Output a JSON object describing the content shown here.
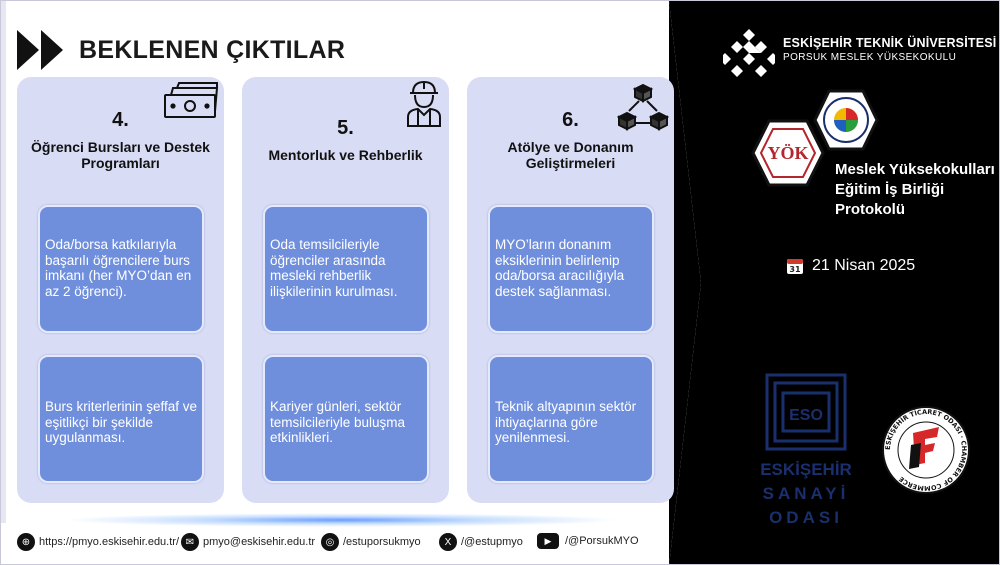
{
  "title": "BEKLENEN ÇIKTILAR",
  "columns": [
    {
      "number": "4.",
      "heading": "Öğrenci Bursları ve Destek Programları",
      "icon": "money-icon",
      "card1": "Oda/borsa katkılarıyla başarılı öğrencilere burs imkanı (her MYO’dan en az 2 öğrenci).",
      "card2": "Burs kriterlerinin şeffaf ve eşitlikçi bir şekilde uygulanması."
    },
    {
      "number": "5.",
      "heading": "Mentorluk ve Rehberlik",
      "icon": "worker-icon",
      "card1": "Oda temsilcileriyle öğrenciler arasında mesleki rehberlik ilişkilerinin kurulması.",
      "card2": "Kariyer günleri, sektör temsilcileriyle buluşma etkinlikleri."
    },
    {
      "number": "6.",
      "heading": "Atölye ve Donanım Geliştirmeleri",
      "icon": "cubes-network-icon",
      "card1": "MYO’ların donanım eksiklerinin belirlenip oda/borsa aracılığıyla destek sağlanması.",
      "card2": "Teknik altyapının sektör ihtiyaçlarına göre yenilenmesi."
    }
  ],
  "university": {
    "name": "ESKİŞEHİR TEKNİK ÜNİVERSİTESİ",
    "school": "PORSUK MESLEK YÜKSEKOKULU"
  },
  "protocol": "Meslek Yüksekokulları Eğitim İş Birliği Protokolü",
  "date": {
    "icon_day": "31",
    "text": "21 Nisan 2025"
  },
  "eso": {
    "badge": "ESO",
    "line1": "ESKİŞEHİR",
    "line2": "SANAYİ",
    "line3": "ODASI"
  },
  "eto": {
    "ring_text": "ESKİŞEHİR TİCARET ODASI · CHAMBER OF COMMERCE"
  },
  "footer": [
    {
      "icon": "globe-icon",
      "text": "https://pmyo.eskisehir.edu.tr/"
    },
    {
      "icon": "mail-icon",
      "text": "pmyo@eskisehir.edu.tr"
    },
    {
      "icon": "instagram-icon",
      "text": "/estuporsukmyo"
    },
    {
      "icon": "x-icon",
      "text": "/@estupmyo"
    },
    {
      "icon": "youtube-icon",
      "text": "/@PorsukMYO"
    }
  ],
  "colors": {
    "panel": "#000000",
    "column_bg": "#d9dcf5",
    "card": "#6f8fdd",
    "eso_blue": "#1a2f6e"
  }
}
